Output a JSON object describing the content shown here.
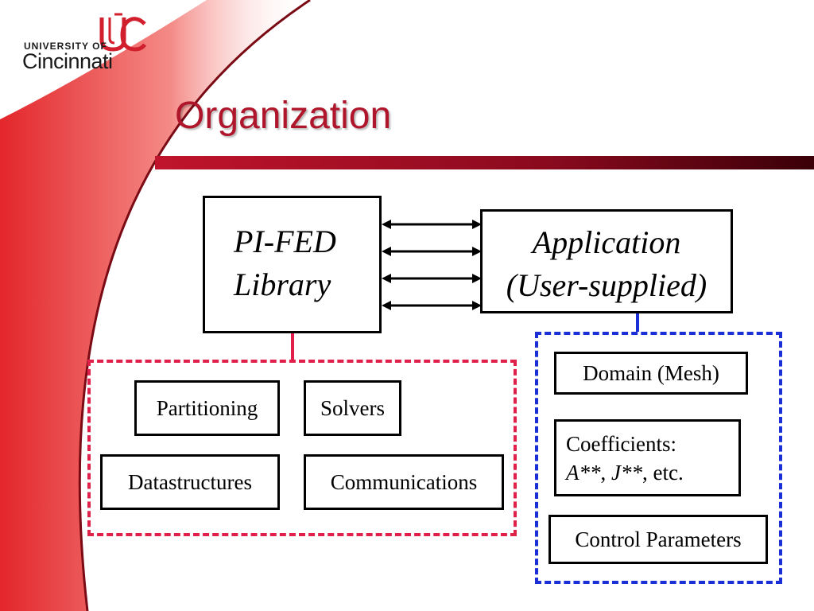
{
  "logo": {
    "university": "UNIVERSITY OF",
    "name": "Cincinnati"
  },
  "slide": {
    "title": "Organization"
  },
  "diagram": {
    "library": {
      "line1": "PI-FED",
      "line2": "Library"
    },
    "application": {
      "line1": "Application",
      "line2": "(User-supplied)"
    },
    "library_components": [
      "Partitioning",
      "Solvers",
      "Datastructures",
      "Communications"
    ],
    "application_components": {
      "domain": "Domain (Mesh)",
      "coefficients_label": "Coefficients:",
      "coefficients_a": "A**",
      "coefficients_sep": ", ",
      "coefficients_j": "J**",
      "coefficients_etc": ", etc.",
      "control": "Control Parameters"
    },
    "link_count": 4
  },
  "colors": {
    "accent_red": "#b0162b",
    "library_group_border": "#e0204a",
    "application_group_border": "#1a2fd6",
    "bar_dark": "#3a0008"
  }
}
